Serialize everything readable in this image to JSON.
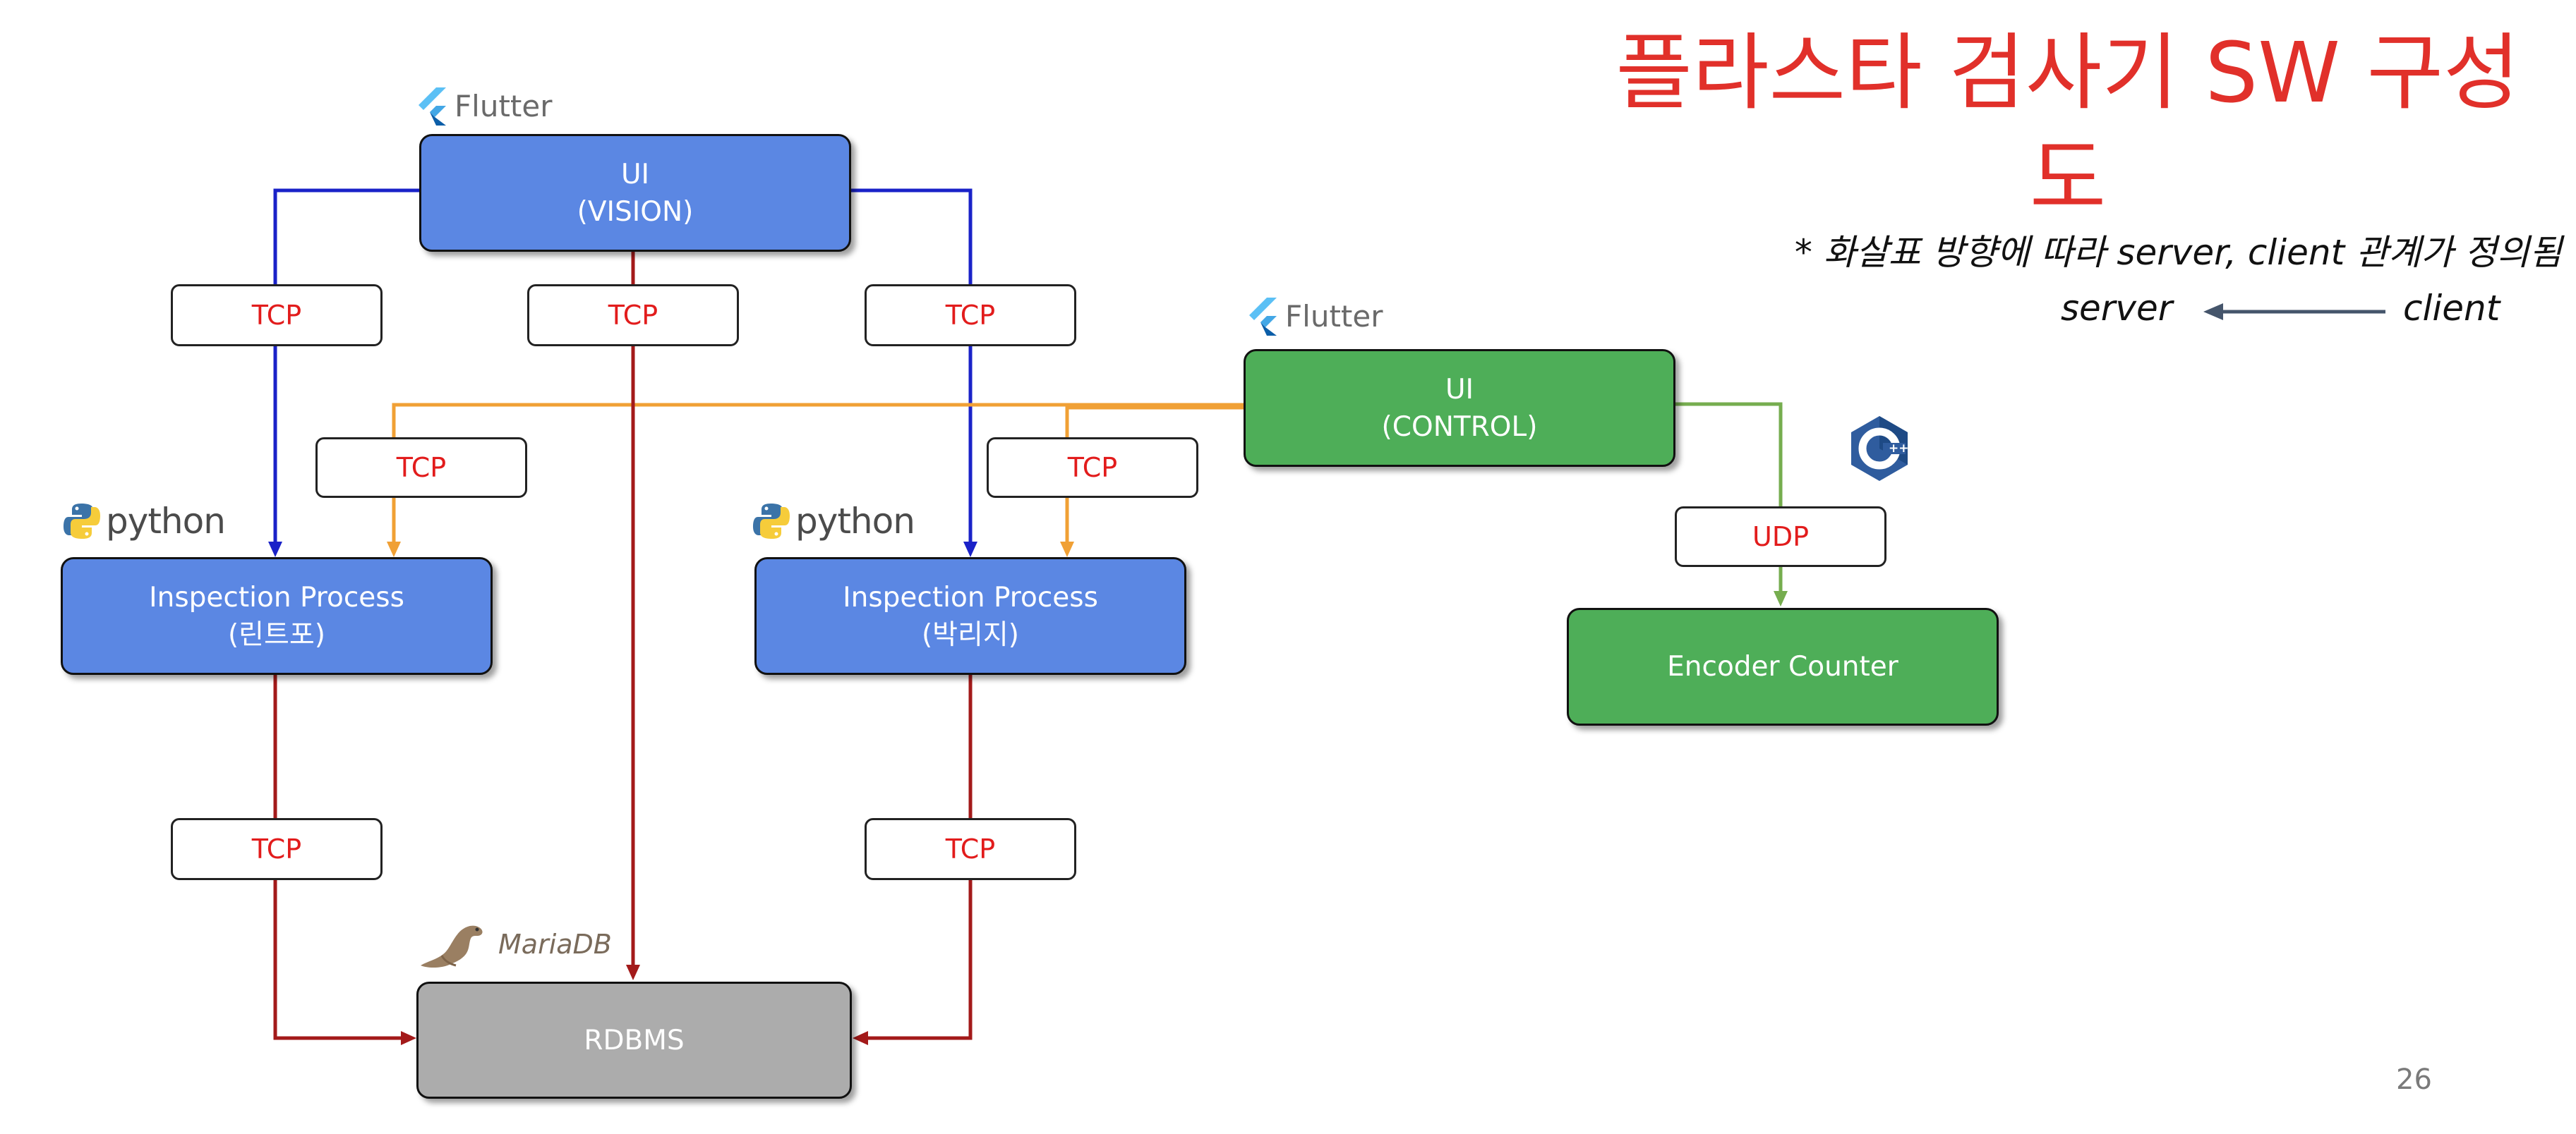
{
  "title": "플라스타 검사기 SW 구성도",
  "legend": {
    "note": "* 화살표 방향에 따라 server, client 관계가 정의됨",
    "server": "server",
    "client": "client",
    "arrow_color": "#45556b"
  },
  "page_number": "26",
  "nodes": {
    "ui_vision": {
      "line1": "UI",
      "line2": "(VISION)",
      "logo": "Flutter"
    },
    "ui_control": {
      "line1": "UI",
      "line2": "(CONTROL)",
      "logo": "Flutter"
    },
    "inspection_left": {
      "line1": "Inspection Process",
      "line2": "(린트포)",
      "logo": "python"
    },
    "inspection_right": {
      "line1": "Inspection Process",
      "line2": "(박리지)",
      "logo": "python"
    },
    "encoder": {
      "line1": "Encoder Counter",
      "logo": "cpp-icon"
    },
    "rdbms": {
      "line1": "RDBMS",
      "logo": "MariaDB"
    }
  },
  "links": {
    "vision_left": "TCP",
    "vision_db": "TCP",
    "vision_right": "TCP",
    "control_left": "TCP",
    "control_right": "TCP",
    "control_encoder": "UDP",
    "left_db": "TCP",
    "right_db": "TCP"
  },
  "colors": {
    "vision_link": "#1a22c8",
    "control_link": "#f0a035",
    "db_link": "#a31a1a",
    "udp_link": "#76ad4f",
    "title": "#e1302a",
    "protocol_text": "#e21c1c"
  }
}
